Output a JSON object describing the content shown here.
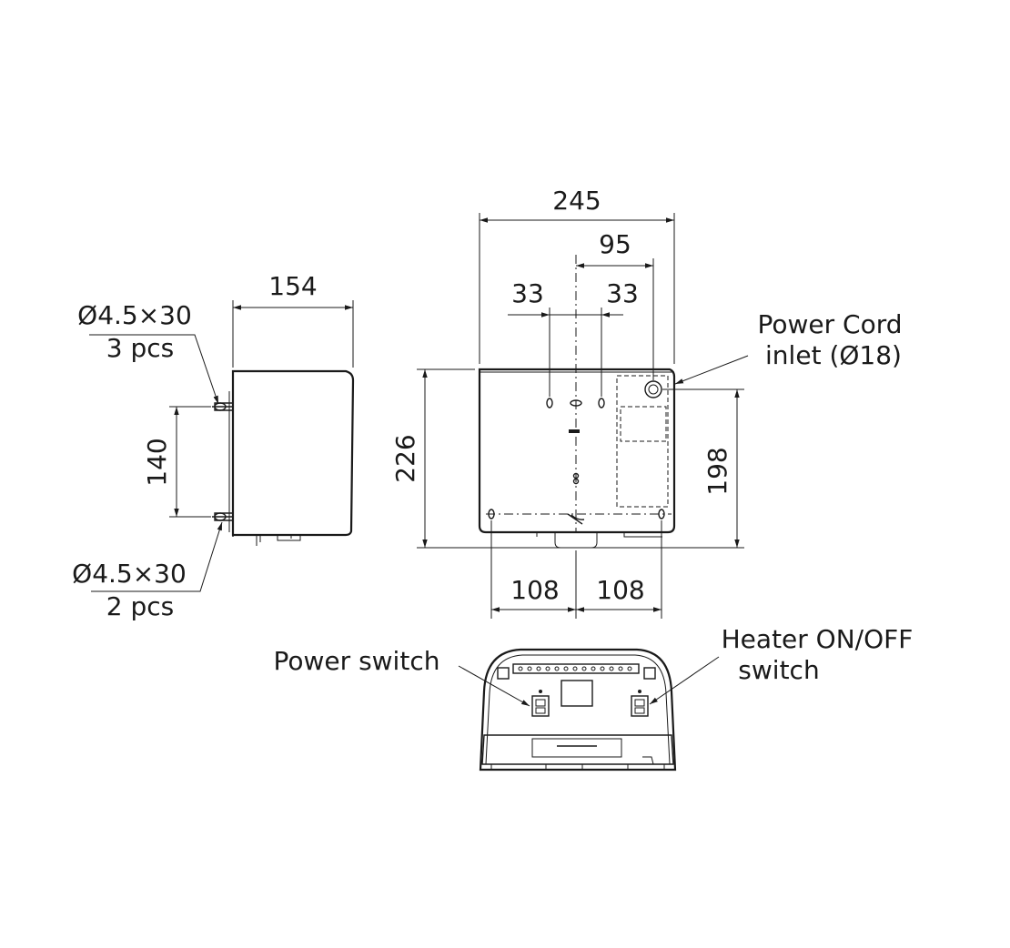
{
  "side_view": {
    "width_label": "154",
    "hole_spacing_label": "140",
    "screw_top_spec": "Ø4.5×30",
    "screw_top_qty": "3 pcs",
    "screw_bottom_spec": "Ø4.5×30",
    "screw_bottom_qty": "2 pcs"
  },
  "front_view": {
    "width_label": "245",
    "offset_label": "95",
    "left_hole_label": "33",
    "right_hole_label": "33",
    "height_label": "226",
    "cord_height_label": "198",
    "bottom_left_label": "108",
    "bottom_right_label": "108",
    "cord_inlet_line1": "Power Cord",
    "cord_inlet_line2": "inlet (Ø18)"
  },
  "bottom_view": {
    "power_switch_label": "Power switch",
    "heater_switch_line1": "Heater ON/OFF",
    "heater_switch_line2": "switch"
  }
}
